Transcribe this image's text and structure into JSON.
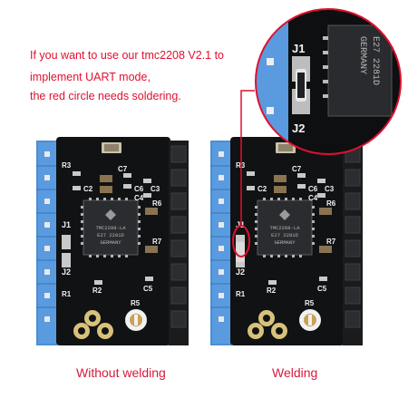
{
  "note": {
    "line1": "If you want to use our tmc2208 V2.1 to",
    "line2": "implement UART mode,",
    "line3": "the red circle needs soldering."
  },
  "captions": {
    "left": "Without welding",
    "right": "Welding"
  },
  "board": {
    "chip_line1": "TMC2208-LA",
    "chip_line2": "E27 2281D",
    "chip_line3": "GERMANY",
    "silk": {
      "r3": "R3",
      "c7": "C7",
      "c2": "C2",
      "c6": "C6",
      "c3": "C3",
      "c4": "C4",
      "r6": "R6",
      "j1": "J1",
      "r7": "R7",
      "j2": "J2",
      "r1": "R1",
      "r2": "R2",
      "c5": "C5",
      "r5": "R5"
    }
  },
  "zoom": {
    "j1": "J1",
    "j2": "J2",
    "chip_line1": "E27 2281D",
    "chip_line2": "GERMANY"
  },
  "colors": {
    "highlight": "#e0102e",
    "pcb": "#111214",
    "header_blue": "#4b8fd4",
    "header_black": "#1a1b1d"
  }
}
